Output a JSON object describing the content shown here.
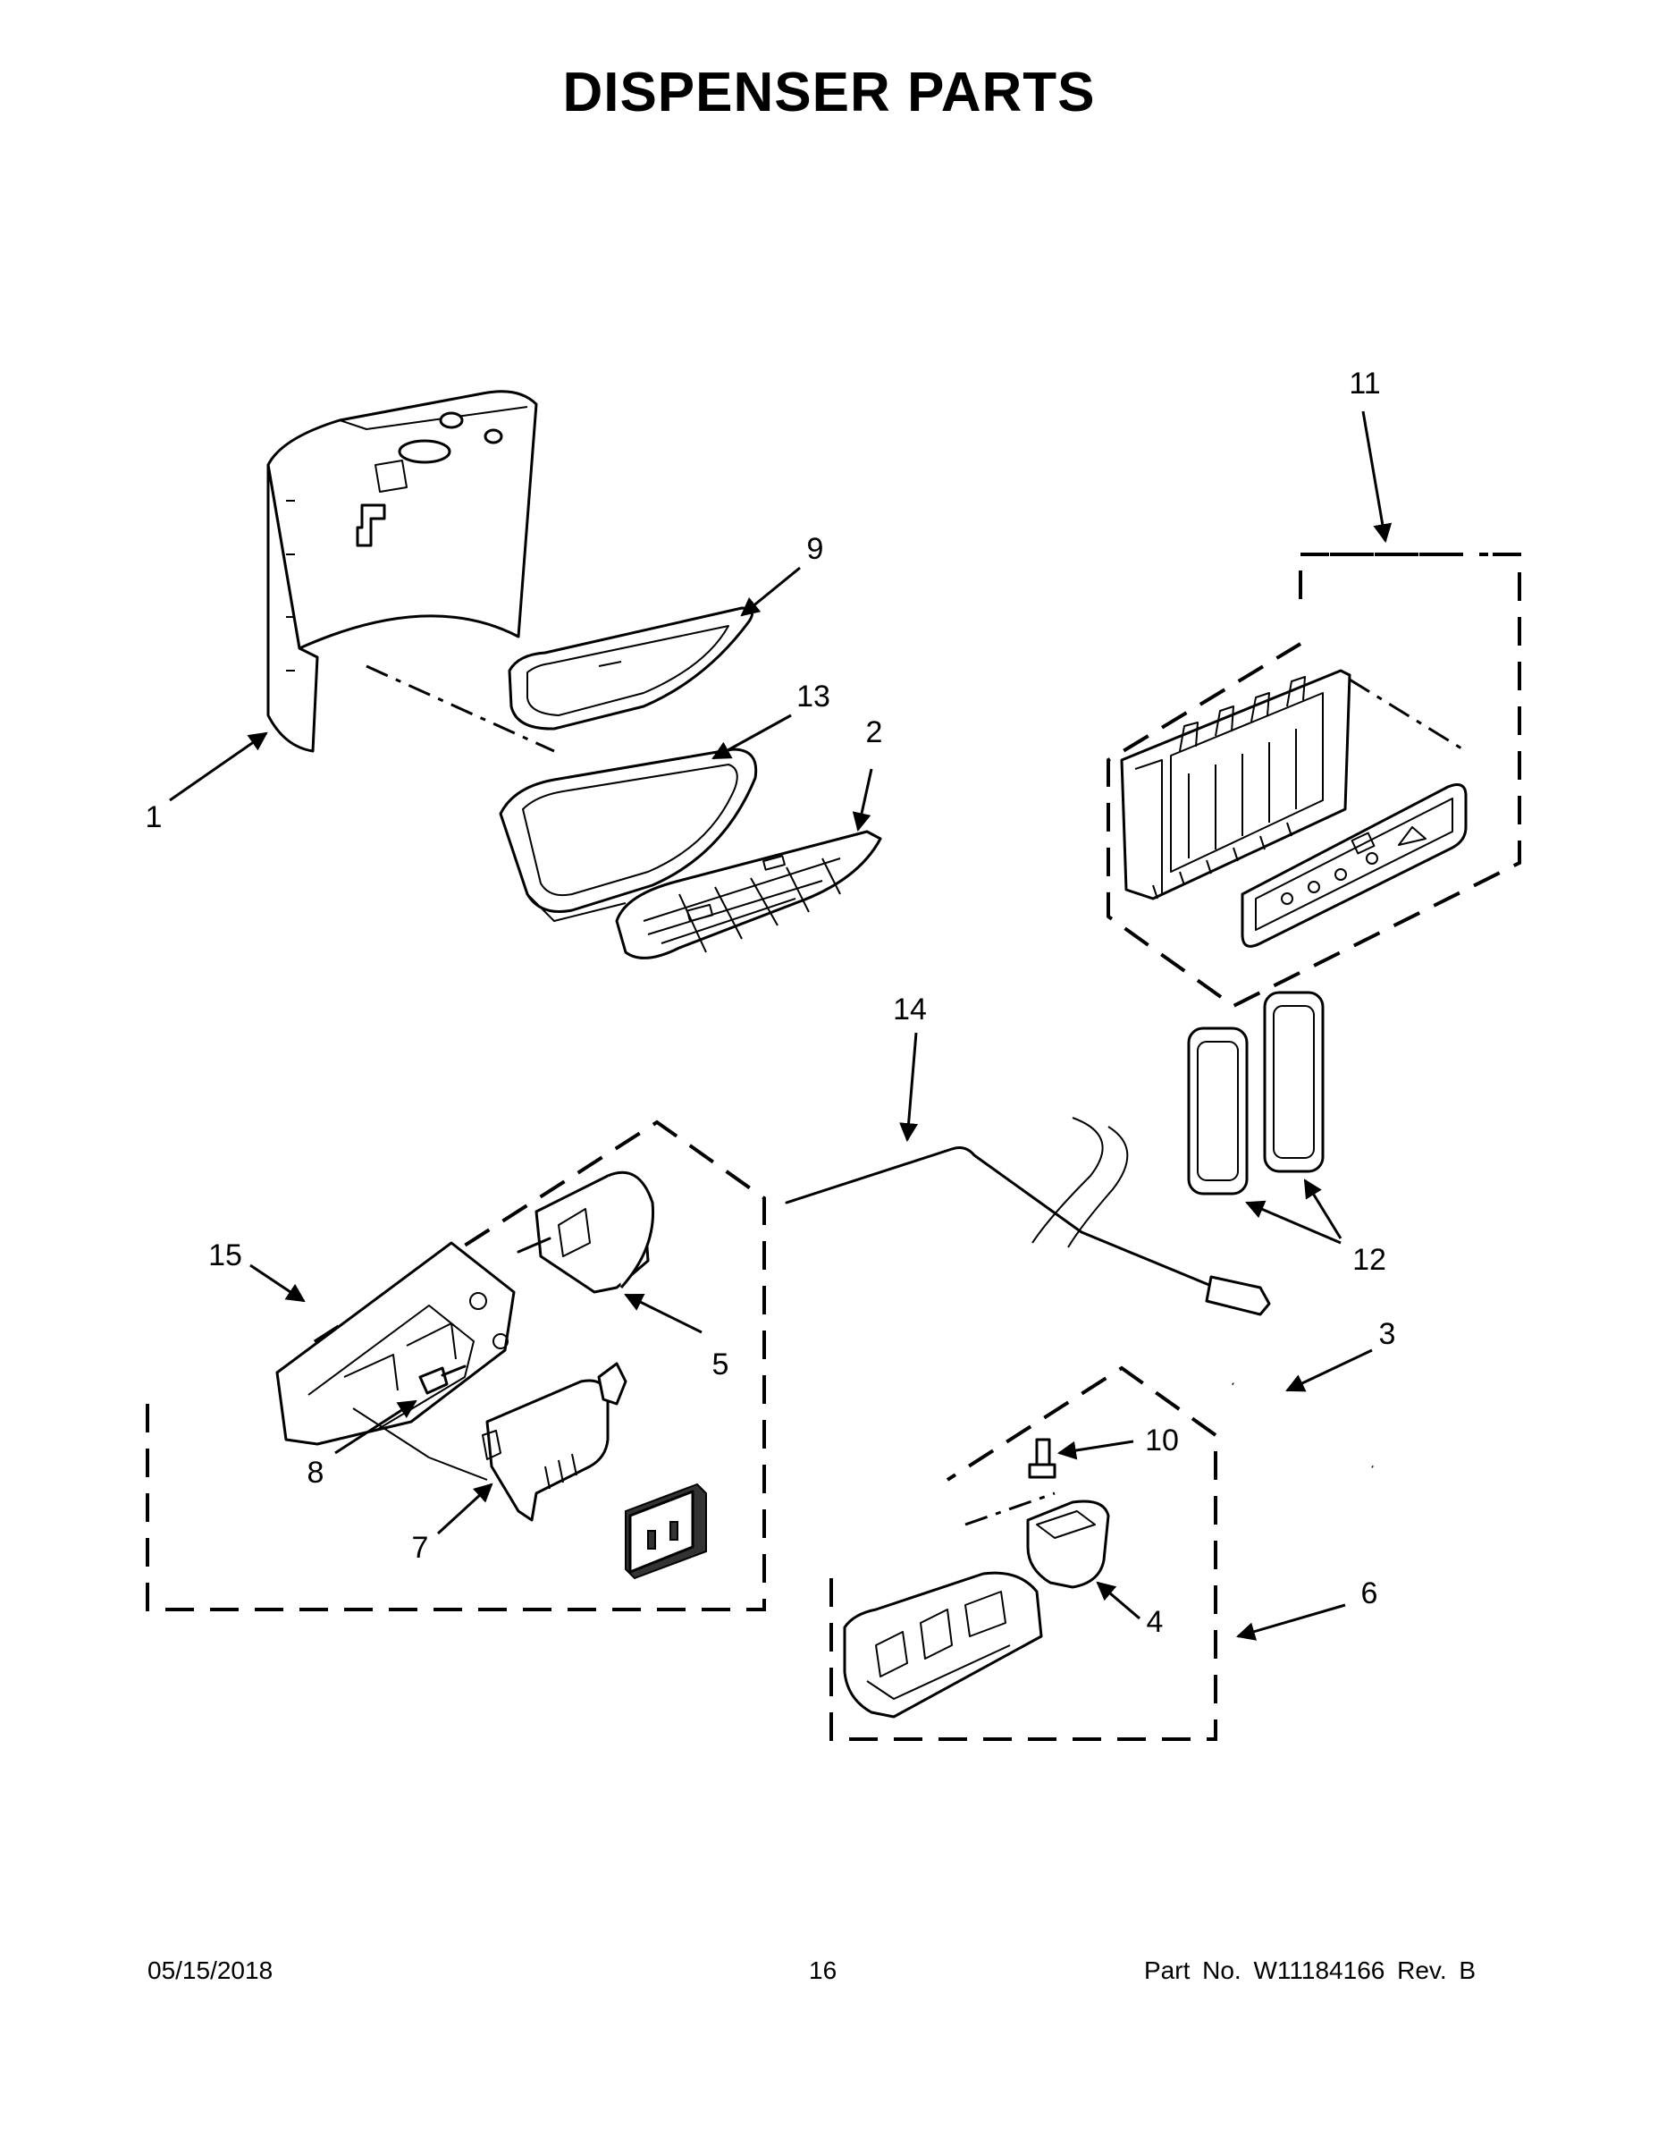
{
  "title": "DISPENSER PARTS",
  "callouts": {
    "c1": "1",
    "c2": "2",
    "c3": "3",
    "c4": "4",
    "c5": "5",
    "c6": "6",
    "c7": "7",
    "c8": "8",
    "c9": "9",
    "c10": "10",
    "c11": "11",
    "c12": "12",
    "c13": "13",
    "c14": "14",
    "c15": "15"
  },
  "footer": {
    "date": "05/15/2018",
    "page": "16",
    "part_info": "Part No. W11184166 Rev. B"
  }
}
